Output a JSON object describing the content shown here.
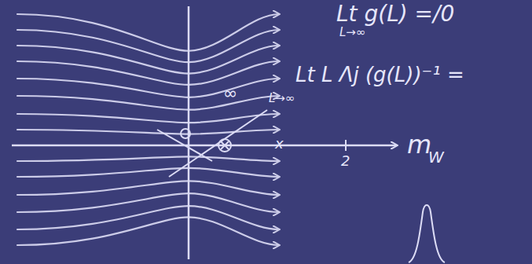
{
  "diagram": {
    "labels": [
      "Lt g(L) =/0",
      "L→∞",
      "Lt L Λj (g(L))⁻¹ =",
      "L→∞",
      "∞",
      "x",
      "2",
      "m",
      "W"
    ]
  }
}
